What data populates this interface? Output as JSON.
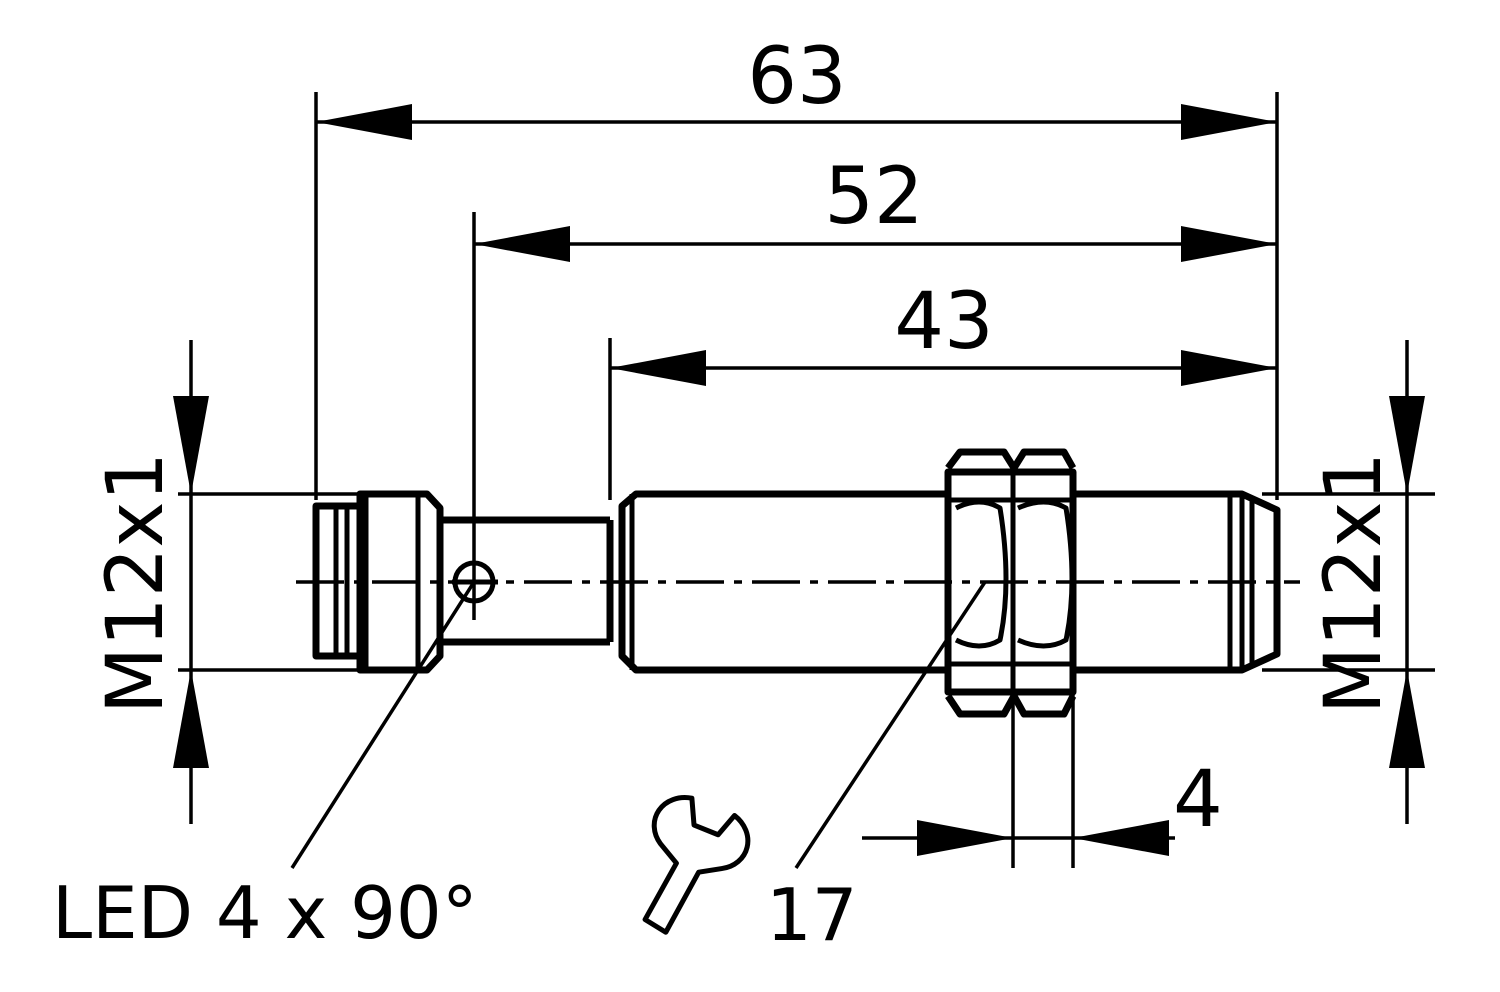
{
  "diagram": {
    "dimensions": {
      "overall_length": "63",
      "length_from_led": "52",
      "thread_length": "43",
      "thread_left": "M12x1",
      "thread_right": "M12x1",
      "nut_thickness": "4"
    },
    "labels": {
      "led": "LED 4 x 90°",
      "wrench_size": "17"
    },
    "icons": [
      "wrench-icon"
    ],
    "colors": {
      "line": "#000000",
      "background": "#ffffff"
    }
  }
}
